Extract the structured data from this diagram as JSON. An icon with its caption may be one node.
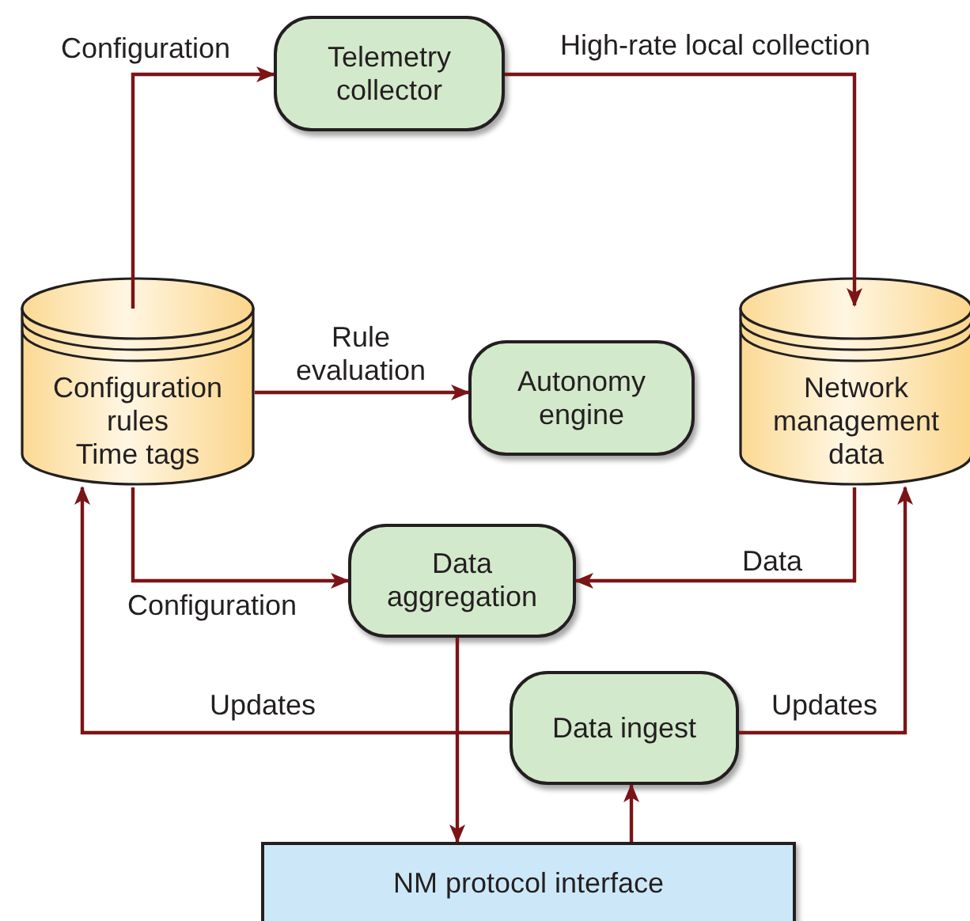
{
  "diagram": {
    "nodes": [
      {
        "text": [
          "Telemetry collector"
        ]
      },
      {
        "text": [
          "Configuration rules",
          "Time tags"
        ]
      },
      {
        "text": [
          "Autonomy engine"
        ]
      },
      {
        "text": [
          "Network management data"
        ]
      },
      {
        "text": [
          "Data aggregation"
        ]
      },
      {
        "text": [
          "Data ingest"
        ]
      },
      {
        "text": [
          "NM protocol interface"
        ]
      }
    ],
    "edges": [
      {
        "from": 1,
        "to": 0,
        "arrow": "to",
        "label": "Configuration"
      },
      {
        "from": 0,
        "to": 3,
        "arrow": "to",
        "label": "High-rate local collection"
      },
      {
        "from": 1,
        "to": 2,
        "arrow": "to",
        "label": "Rule evaluation"
      },
      {
        "from": 1,
        "to": 4,
        "arrow": "to",
        "label": "Configuration"
      },
      {
        "from": 3,
        "to": 4,
        "arrow": "to",
        "label": "Data"
      },
      {
        "from": 4,
        "to": 6,
        "arrow": "to"
      },
      {
        "from": 6,
        "to": 5,
        "arrow": "to"
      },
      {
        "from": 5,
        "to": 1,
        "arrow": "to",
        "label": "Updates"
      },
      {
        "from": 5,
        "to": 3,
        "arrow": "to",
        "label": "Updates"
      }
    ]
  }
}
